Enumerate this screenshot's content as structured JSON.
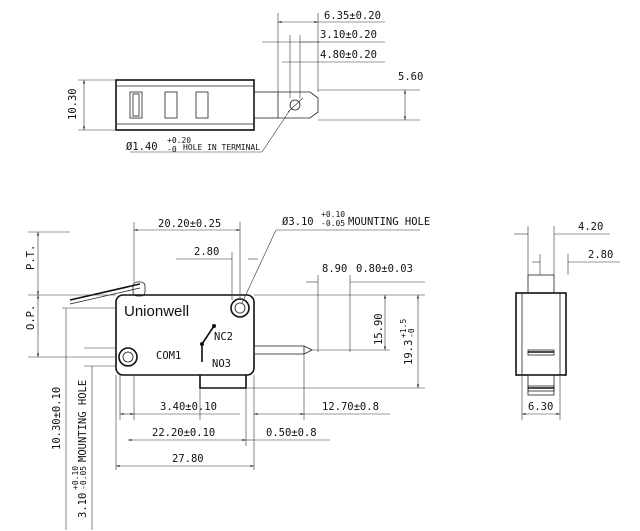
{
  "brand": "Unionwell",
  "top_view": {
    "dim_6_35": "6.35±0.20",
    "dim_3_10": "3.10±0.20",
    "dim_4_80": "4.80±0.20",
    "dim_5_60": "5.60",
    "dim_10_30": "10.30",
    "hole_prefix": "Ø1.40",
    "hole_tol_upper": "+0.20",
    "hole_tol_lower": "-0",
    "hole_suffix": "HOLE IN TERMINAL"
  },
  "front_view": {
    "dim_20_20": "20.20±0.25",
    "dim_2_80": "2.80",
    "mount_prefix": "Ø3.10",
    "mount_tol_upper": "+0.10",
    "mount_tol_lower": "-0.05",
    "mount_suffix": "MOUNTING HOLE",
    "dim_8_90": "8.90",
    "dim_0_80": "0.80±0.03",
    "dim_15_90": "15.90",
    "dim_19_3_base": "19.3",
    "dim_19_3_upper": "+1.5",
    "dim_19_3_lower": "-0",
    "label_pt": "P.T.",
    "label_op": "O.P.",
    "label_nc": "NC2",
    "label_com": "COM1",
    "label_no": "NO3",
    "dim_10_30_tol": "10.30±0.10",
    "dim_3_10_mount_prefix": "3.10",
    "dim_3_10_mount_upper": "+0.10",
    "dim_3_10_mount_lower": "-0.05",
    "dim_3_10_mount_suffix": "MOUNTING HOLE",
    "dim_3_40": "3.40±0.10",
    "dim_12_70": "12.70±0.8",
    "dim_22_20": "22.20±0.10",
    "dim_0_50": "0.50±0.8",
    "dim_27_80": "27.80"
  },
  "side_view": {
    "dim_4_20": "4.20",
    "dim_2_80": "2.80",
    "dim_6_30": "6.30"
  }
}
